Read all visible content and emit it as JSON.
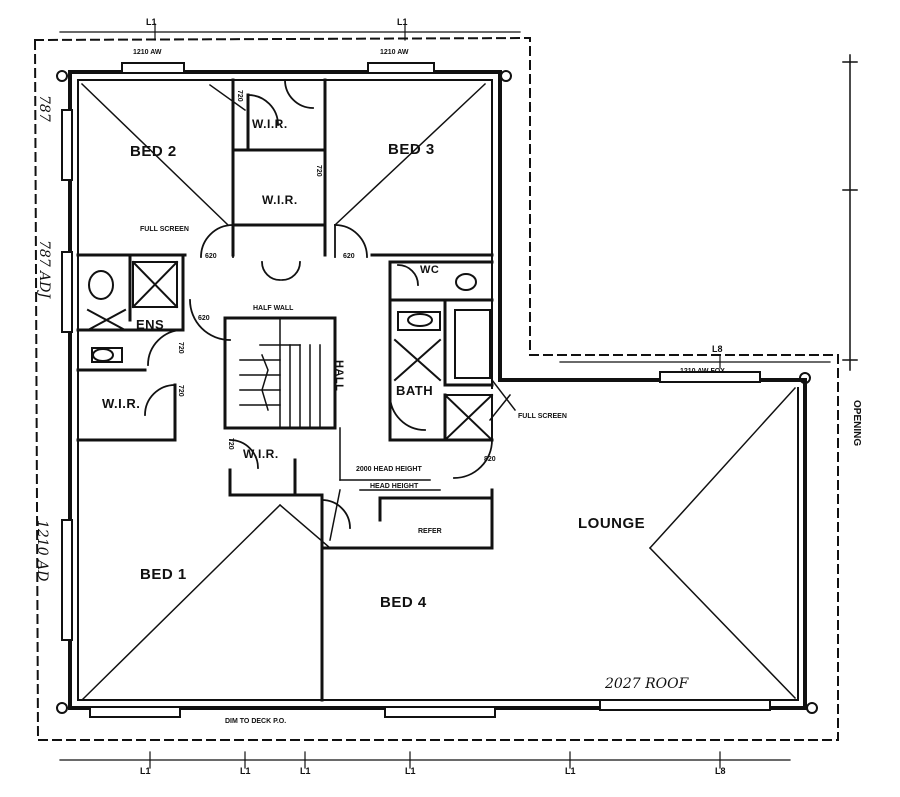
{
  "rooms": {
    "bed1": "BED 1",
    "bed2": "BED 2",
    "bed3": "BED 3",
    "bed4": "BED 4",
    "lounge": "LOUNGE",
    "bath": "BATH",
    "ens": "ENS",
    "wir_bed2_top": "W.I.R.",
    "wir_bed3": "W.I.R.",
    "wir_left": "W.I.R.",
    "wir_bed1": "W.I.R.",
    "wc": "WC",
    "hall": "HALL"
  },
  "labels": {
    "full_screen_1": "FULL SCREEN",
    "full_screen_2": "FULL SCREEN",
    "half_wall": "HALF WALL",
    "dims_left_top": "787",
    "dims_left_mid": "787 ADJ",
    "dims_left_bot": "1210 AD",
    "dim_top_win1": "1210 AW",
    "dim_top_win2": "1210 AW",
    "dim_lounge_win": "1210 AW FOX",
    "dim_bottom_center": "DIM TO DECK P.O.",
    "head_height_1": "2000 HEAD HEIGHT",
    "head_height_2": "HEAD HEIGHT",
    "opening_label": "OPENING",
    "door_620_1": "620",
    "door_620_2": "620",
    "door_620_3": "620",
    "door_720_1": "720",
    "door_720_2": "720",
    "door_720_3": "720",
    "door_720_4": "720",
    "door_720_5": "720",
    "door_820": "820",
    "wall_l1_top_left": "L1",
    "wall_l1_top_right": "L1",
    "wall_l8_right": "L8",
    "wall_l1_bot_1": "L1",
    "wall_l1_bot_2": "L1",
    "wall_l1_bot_3": "L1",
    "wall_l1_bot_4": "L1",
    "wall_l1_bot_5": "L1",
    "wall_l8_bot": "L8",
    "lounge_dim": "2027 ROOF",
    "small_note": "REFER"
  }
}
